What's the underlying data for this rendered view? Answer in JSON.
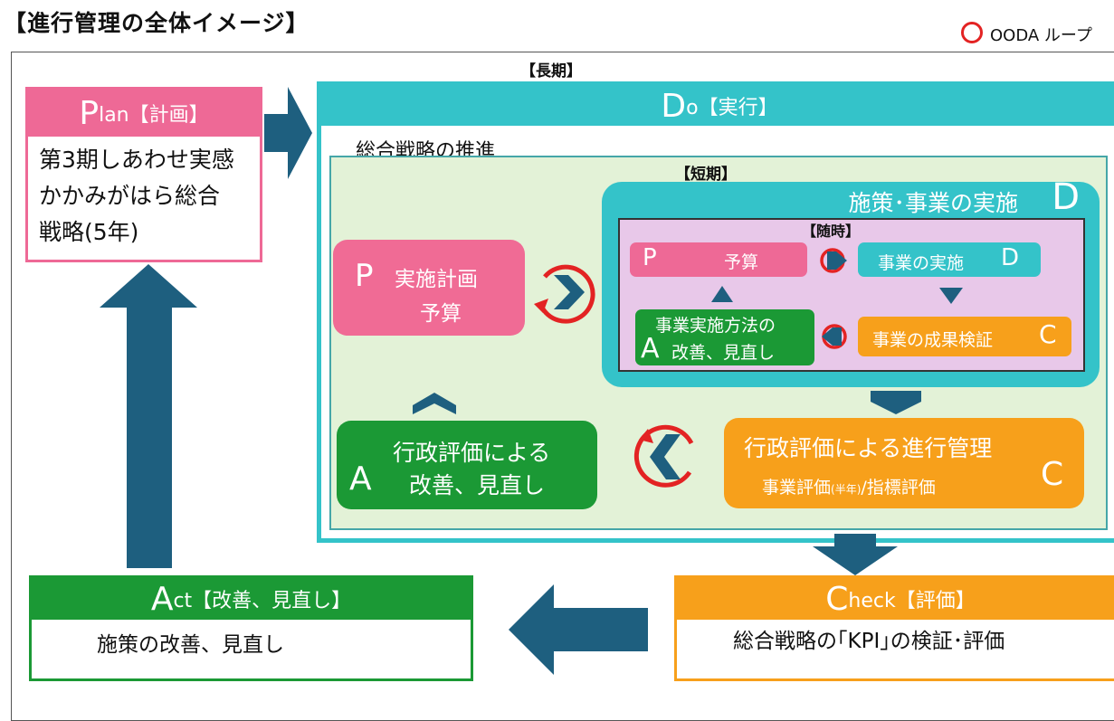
{
  "title": "【進行管理の全体イメージ】",
  "legend": {
    "label": "OODA ループ"
  },
  "labels": {
    "long_term": "【長期】",
    "short_term": "【短期】",
    "anytime": "【随時】"
  },
  "plan": {
    "cap": "P",
    "rest": "lan【計画】",
    "body": "第3期しあわせ実感\nかかみがはら総合\n戦略(5年)"
  },
  "do": {
    "cap": "D",
    "rest": "o【実行】",
    "sub": "総合戦略の推進"
  },
  "short_term": {
    "p_letter": "P",
    "p_line1": "実施計画",
    "p_line2": "予算",
    "a_letter": "A",
    "a_line1": "行政評価による",
    "a_line2": "改善、見直し",
    "c_title": "行政評価による進行管理",
    "c_sub1": "事業評価",
    "c_sub_small": "(半年)",
    "c_sub2": "/指標評価",
    "c_letter": "C"
  },
  "implementation": {
    "title": "施策･事業の実施",
    "letter": "D",
    "p_letter": "P",
    "p_label": "予算",
    "d_label": "事業の実施",
    "d_letter": "D",
    "a_line1": "事業実施方法の",
    "a_letter": "A",
    "a_line2": "改善、見直し",
    "c_label": "事業の成果検証",
    "c_letter": "C"
  },
  "act": {
    "cap": "A",
    "rest": "ct【改善、見直し】",
    "body": "施策の改善、見直し"
  },
  "check": {
    "cap": "C",
    "rest": "heck【評価】",
    "body": "総合戦略の｢KPI｣の検証･評価"
  },
  "colors": {
    "plan": "#ee6996",
    "do": "#34c3c9",
    "act": "#1b9935",
    "check": "#f7a01b",
    "arrow": "#1e5f7f",
    "ooda": "#e32323",
    "short_bg": "#e3f2d7",
    "anytime_bg": "#e8c8e9"
  }
}
